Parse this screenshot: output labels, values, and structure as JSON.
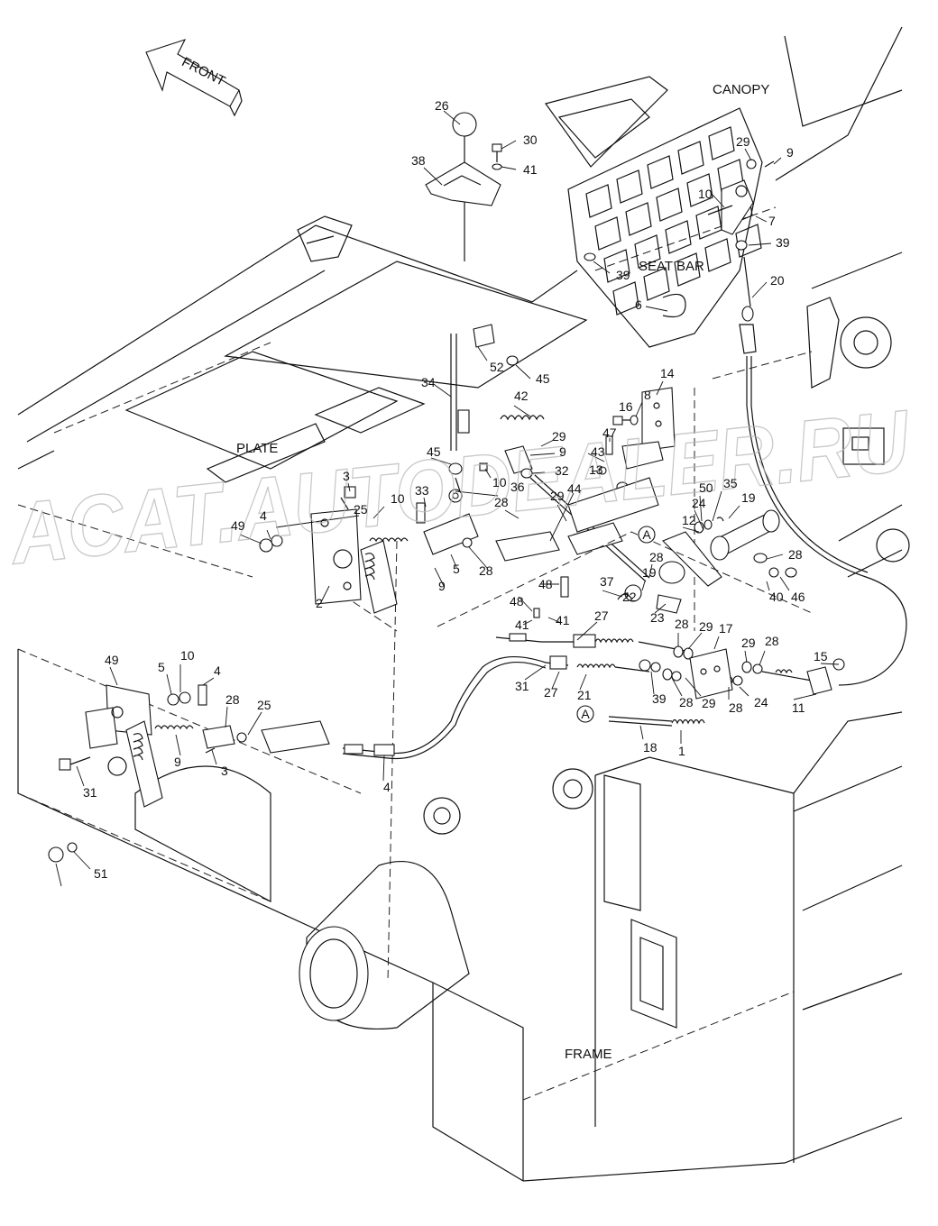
{
  "diagram": {
    "front_arrow": "FRONT",
    "area_labels": {
      "canopy": "CANOPY",
      "seat_bar": "SEAT BAR",
      "plate": "PLATE",
      "frame": "FRAME"
    },
    "reference_marker": "A",
    "watermark": "ACAT.AUTODEALER.RU",
    "callouts": [
      "26",
      "30",
      "38",
      "41",
      "39",
      "29",
      "9",
      "10",
      "7",
      "39",
      "20",
      "6",
      "34",
      "52",
      "45",
      "42",
      "14",
      "16",
      "8",
      "47",
      "29",
      "9",
      "43",
      "13",
      "45",
      "10",
      "32",
      "36",
      "33",
      "3",
      "25",
      "10",
      "4",
      "49",
      "5",
      "9",
      "28",
      "2",
      "28",
      "29",
      "44",
      "50",
      "35",
      "24",
      "19",
      "12",
      "28",
      "28",
      "40",
      "46",
      "48",
      "48",
      "37",
      "19",
      "22",
      "23",
      "41",
      "41",
      "27",
      "31",
      "27",
      "21",
      "28",
      "29",
      "17",
      "29",
      "28",
      "39",
      "28",
      "29",
      "28",
      "24",
      "15",
      "11",
      "18",
      "1",
      "49",
      "10",
      "4",
      "5",
      "28",
      "25",
      "9",
      "3",
      "31",
      "4",
      "51"
    ]
  }
}
